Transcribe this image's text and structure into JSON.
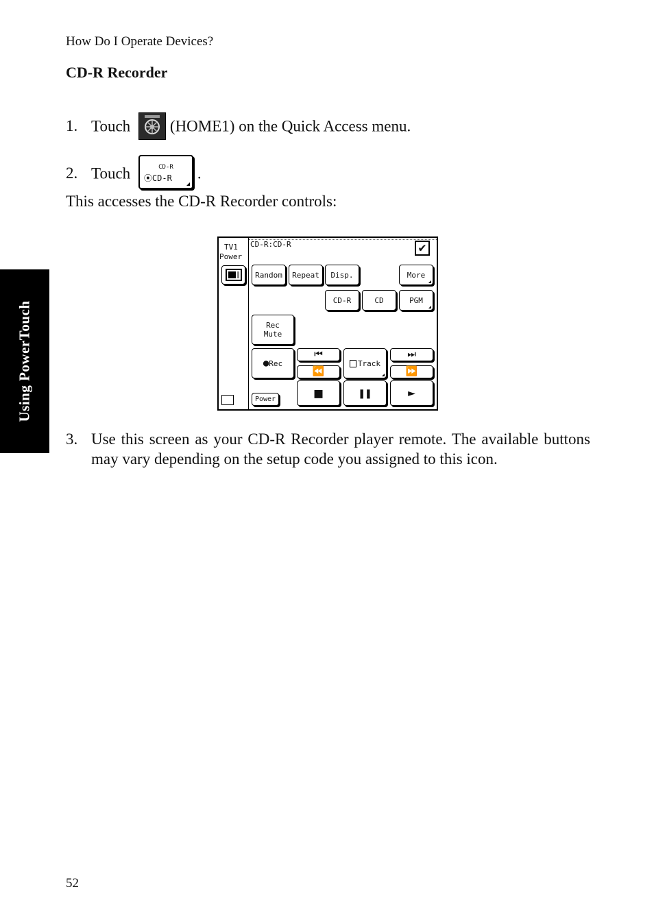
{
  "page": {
    "running_head": "How Do I Operate Devices?",
    "section_title": "CD-R Recorder",
    "page_number": "52",
    "side_tab": "Using PowerTouch"
  },
  "steps": {
    "s1": {
      "num": "1.",
      "pre": "Touch",
      "post": "(HOME1) on the Quick Access menu."
    },
    "s2": {
      "num": "2.",
      "pre": "Touch",
      "post": ".",
      "button_top": "CD-R",
      "button_label": "CD-R"
    },
    "intro": "This accesses the CD-R Recorder controls:",
    "s3": {
      "num": "3.",
      "text": "Use this screen as your CD-R Recorder player remote. The available buttons may vary depending on the setup code you assigned to this icon."
    }
  },
  "device": {
    "title": "CD-R:CD-R",
    "tv_label_1": "TV1",
    "tv_label_2": "Power",
    "buttons": {
      "random": "Random",
      "repeat": "Repeat",
      "disp": "Disp.",
      "more": "More",
      "cdr": "CD-R",
      "cd": "CD",
      "pgm": "PGM",
      "rec_mute_1": "Rec",
      "rec_mute_2": "Mute",
      "rec": "Rec",
      "track": "Track",
      "power": "Power",
      "prev": "⏮",
      "next": "⏭",
      "rew": "⏪",
      "ffwd": "⏩",
      "stop": "■",
      "pause": "❚❚",
      "play": "►",
      "rec_dot": "●",
      "check": "✔"
    }
  }
}
